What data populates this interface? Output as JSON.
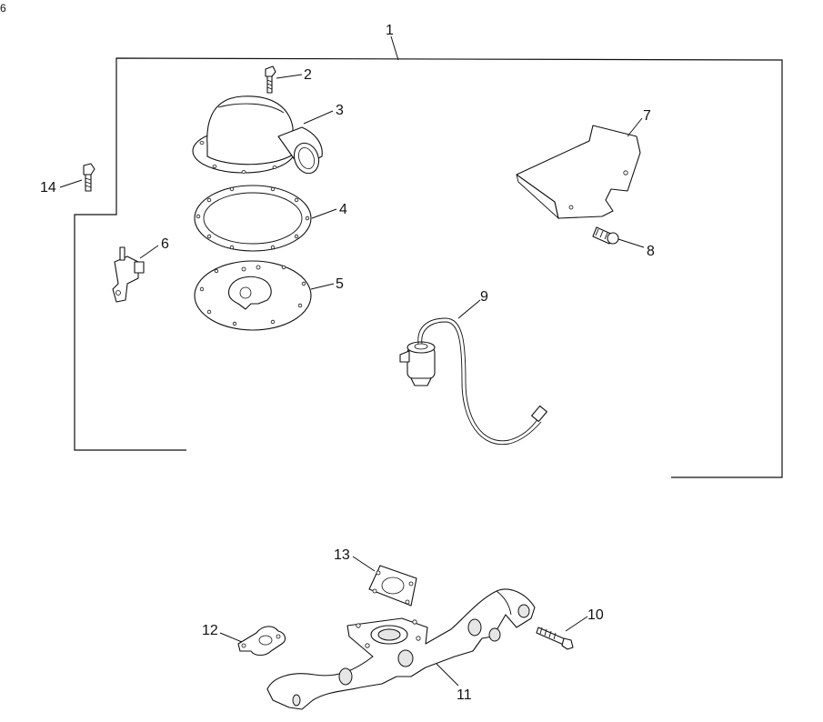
{
  "page_marker": "6",
  "callouts": {
    "c1": "1",
    "c2": "2",
    "c3": "3",
    "c4": "4",
    "c5": "5",
    "c6": "6",
    "c7": "7",
    "c8": "8",
    "c9": "9",
    "c10": "10",
    "c11": "11",
    "c12": "12",
    "c13": "13",
    "c14": "14"
  }
}
